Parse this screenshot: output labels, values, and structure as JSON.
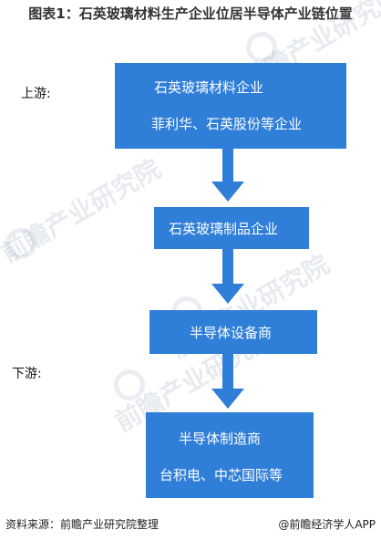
{
  "title": "图表1：石英玻璃材料生产企业位居半导体产业链位置",
  "stages": {
    "upstream": "上游:",
    "downstream": "下游:"
  },
  "nodes": {
    "box1": {
      "line1": "石英玻璃材料企业",
      "line2": "菲利华、石英股份等企业"
    },
    "box2": {
      "line1": "石英玻璃制品企业"
    },
    "box3": {
      "line1": "半导体设备商"
    },
    "box4": {
      "line1": "半导体制造商",
      "line2": "台积电、中芯国际等"
    }
  },
  "footer": {
    "source": "资料来源：前瞻产业研究院整理",
    "brand": "@前瞻经济学人APP"
  },
  "watermark": {
    "text": "前瞻产业研究院"
  },
  "colors": {
    "box_fill": "#2f7ed8",
    "arrow_fill": "#2f7ed8",
    "box_text": "#ffffff"
  }
}
